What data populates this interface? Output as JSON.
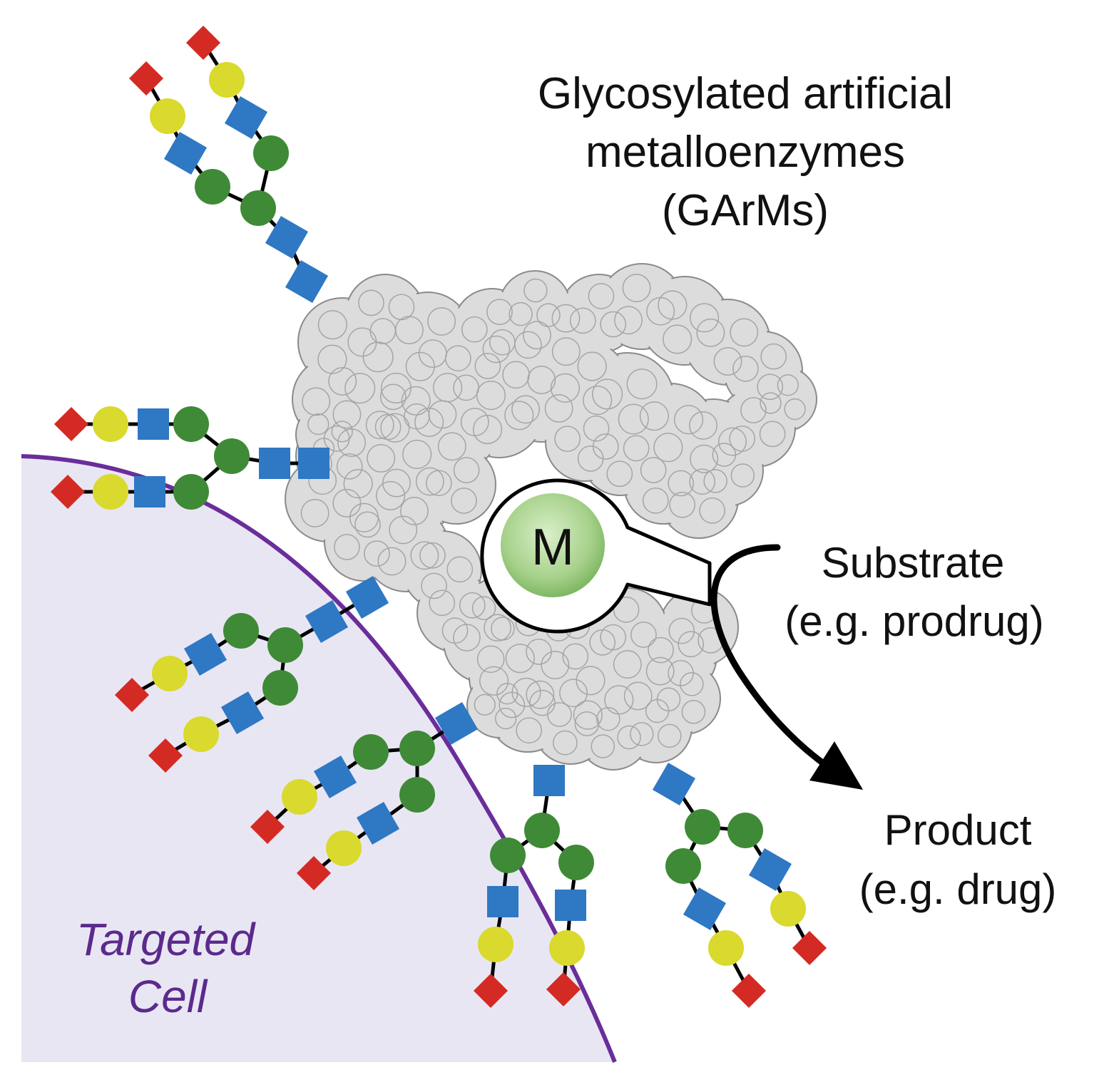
{
  "title": {
    "line1": "Glycosylated artificial",
    "line2": "metalloenzymes",
    "line3": "(GArMs)"
  },
  "metal_label": "M",
  "substrate": {
    "line1": "Substrate",
    "line2": "(e.g. prodrug)"
  },
  "product": {
    "line1": "Product",
    "line2": "(e.g. drug)"
  },
  "cell": {
    "line1": "Targeted",
    "line2": "Cell"
  },
  "colors": {
    "cell_fill": "#e9e6f4",
    "cell_membrane": "#6a2d9a",
    "cell_text": "#5b2a8c",
    "protein_fill": "#dcdcdc",
    "protein_stroke": "#8a8a8a",
    "glcnac_square": "#2f78c4",
    "mannose_circle": "#3f8a36",
    "galactose_circle": "#d9d92e",
    "sialic_diamond": "#d42a24",
    "metal_green": "#a6d18a",
    "arrow": "#000000"
  }
}
